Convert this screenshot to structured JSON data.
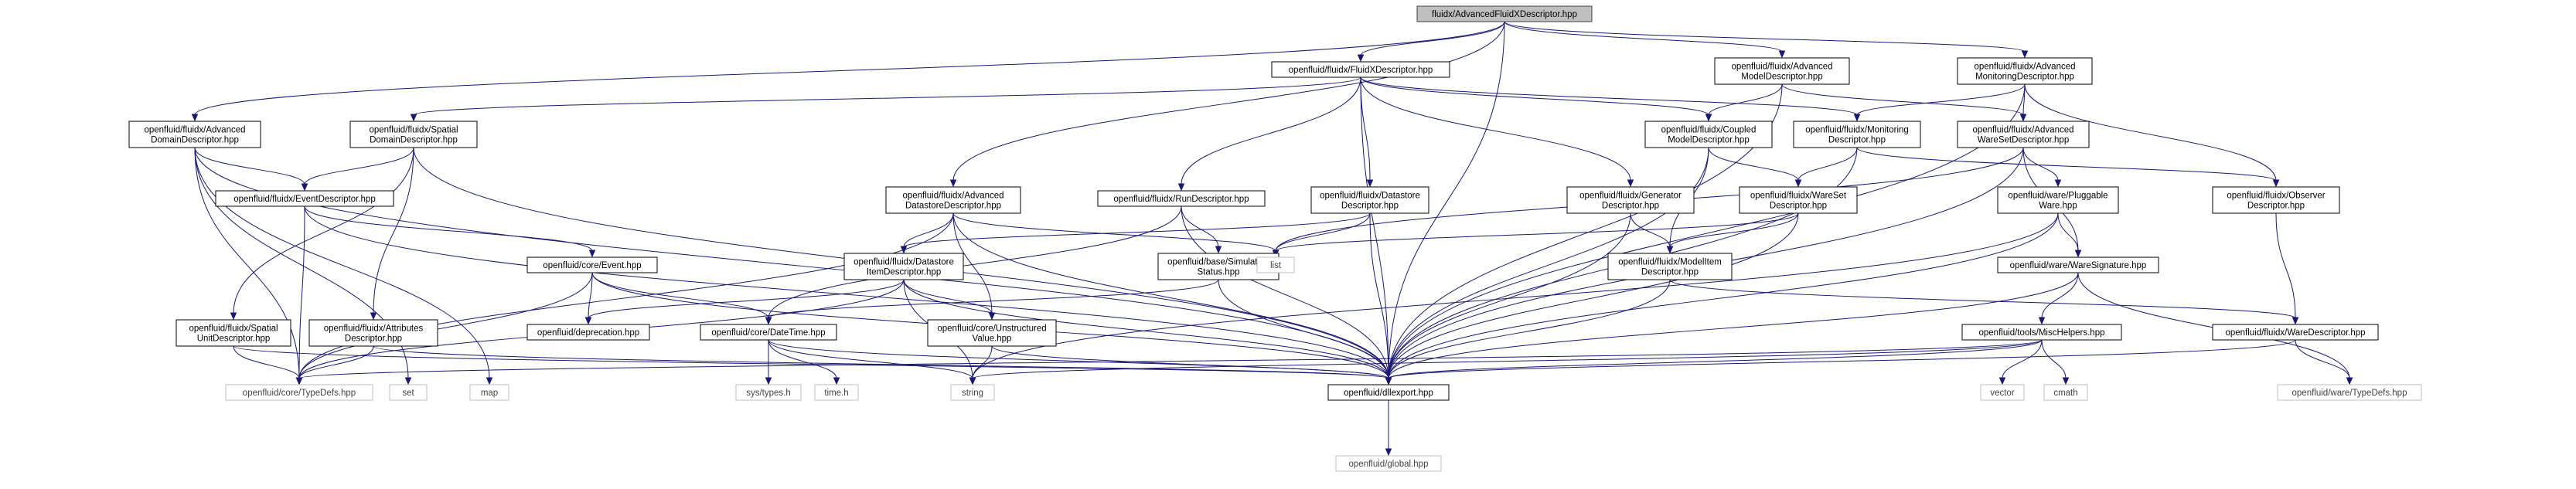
{
  "graph": {
    "nodes": [
      {
        "id": "root",
        "lines": [
          "fluidx/AdvancedFluidXDescriptor.hpp"
        ],
        "style": "root"
      },
      {
        "id": "fluidx",
        "lines": [
          "openfluid/fluidx/FluidXDescriptor.hpp"
        ],
        "style": "file"
      },
      {
        "id": "advmodel",
        "lines": [
          "openfluid/fluidx/Advanced",
          "ModelDescriptor.hpp"
        ],
        "style": "file"
      },
      {
        "id": "advmon",
        "lines": [
          "openfluid/fluidx/Advanced",
          "MonitoringDescriptor.hpp"
        ],
        "style": "file"
      },
      {
        "id": "advdomain",
        "lines": [
          "openfluid/fluidx/Advanced",
          "DomainDescriptor.hpp"
        ],
        "style": "file"
      },
      {
        "id": "spatialdomain",
        "lines": [
          "openfluid/fluidx/Spatial",
          "DomainDescriptor.hpp"
        ],
        "style": "file"
      },
      {
        "id": "coupled",
        "lines": [
          "openfluid/fluidx/Coupled",
          "ModelDescriptor.hpp"
        ],
        "style": "file"
      },
      {
        "id": "monitoring",
        "lines": [
          "openfluid/fluidx/Monitoring",
          "Descriptor.hpp"
        ],
        "style": "file"
      },
      {
        "id": "advwareset",
        "lines": [
          "openfluid/fluidx/Advanced",
          "WareSetDescriptor.hpp"
        ],
        "style": "file"
      },
      {
        "id": "eventdesc",
        "lines": [
          "openfluid/fluidx/EventDescriptor.hpp"
        ],
        "style": "file"
      },
      {
        "id": "advdatastore",
        "lines": [
          "openfluid/fluidx/Advanced",
          "DatastoreDescriptor.hpp"
        ],
        "style": "file"
      },
      {
        "id": "rundesc",
        "lines": [
          "openfluid/fluidx/RunDescriptor.hpp"
        ],
        "style": "file"
      },
      {
        "id": "datastoredesc",
        "lines": [
          "openfluid/fluidx/Datastore",
          "Descriptor.hpp"
        ],
        "style": "file"
      },
      {
        "id": "generator",
        "lines": [
          "openfluid/fluidx/Generator",
          "Descriptor.hpp"
        ],
        "style": "file"
      },
      {
        "id": "waresetdesc",
        "lines": [
          "openfluid/fluidx/WareSet",
          "Descriptor.hpp"
        ],
        "style": "file"
      },
      {
        "id": "pluggable",
        "lines": [
          "openfluid/ware/Pluggable",
          "Ware.hpp"
        ],
        "style": "file"
      },
      {
        "id": "observer",
        "lines": [
          "openfluid/fluidx/Observer",
          "Descriptor.hpp"
        ],
        "style": "file"
      },
      {
        "id": "event",
        "lines": [
          "openfluid/core/Event.hpp"
        ],
        "style": "file"
      },
      {
        "id": "datastoreitem",
        "lines": [
          "openfluid/fluidx/Datastore",
          "ItemDescriptor.hpp"
        ],
        "style": "file"
      },
      {
        "id": "simstatus",
        "lines": [
          "openfluid/base/Simulation",
          "Status.hpp"
        ],
        "style": "file"
      },
      {
        "id": "modelitem",
        "lines": [
          "openfluid/fluidx/ModelItem",
          "Descriptor.hpp"
        ],
        "style": "file"
      },
      {
        "id": "waresig",
        "lines": [
          "openfluid/ware/WareSignature.hpp"
        ],
        "style": "file"
      },
      {
        "id": "deprecation",
        "lines": [
          "openfluid/deprecation.hpp"
        ],
        "style": "file"
      },
      {
        "id": "spatialunit",
        "lines": [
          "openfluid/fluidx/Spatial",
          "UnitDescriptor.hpp"
        ],
        "style": "file"
      },
      {
        "id": "attributes",
        "lines": [
          "openfluid/fluidx/Attributes",
          "Descriptor.hpp"
        ],
        "style": "file"
      },
      {
        "id": "datetime",
        "lines": [
          "openfluid/core/DateTime.hpp"
        ],
        "style": "file"
      },
      {
        "id": "unstructured",
        "lines": [
          "openfluid/core/Unstructured",
          "Value.hpp"
        ],
        "style": "file"
      },
      {
        "id": "mischelpers",
        "lines": [
          "openfluid/tools/MiscHelpers.hpp"
        ],
        "style": "file"
      },
      {
        "id": "waredesc",
        "lines": [
          "openfluid/fluidx/WareDescriptor.hpp"
        ],
        "style": "file"
      },
      {
        "id": "typedefs",
        "lines": [
          "openfluid/core/TypeDefs.hpp"
        ],
        "style": "ext"
      },
      {
        "id": "dllexport",
        "lines": [
          "openfluid/dllexport.hpp"
        ],
        "style": "file"
      },
      {
        "id": "waretypedefs",
        "lines": [
          "openfluid/ware/TypeDefs.hpp"
        ],
        "style": "ext"
      },
      {
        "id": "global",
        "lines": [
          "openfluid/global.hpp"
        ],
        "style": "ext"
      },
      {
        "id": "set",
        "lines": [
          "set"
        ],
        "style": "ext"
      },
      {
        "id": "map",
        "lines": [
          "map"
        ],
        "style": "ext"
      },
      {
        "id": "list",
        "lines": [
          "list"
        ],
        "style": "ext"
      },
      {
        "id": "string",
        "lines": [
          "string"
        ],
        "style": "ext"
      },
      {
        "id": "systypes",
        "lines": [
          "sys/types.h"
        ],
        "style": "ext"
      },
      {
        "id": "timeh",
        "lines": [
          "time.h"
        ],
        "style": "ext"
      },
      {
        "id": "vector",
        "lines": [
          "vector"
        ],
        "style": "ext"
      },
      {
        "id": "cmath",
        "lines": [
          "cmath"
        ],
        "style": "ext"
      }
    ],
    "edges": [
      [
        "root",
        "fluidx"
      ],
      [
        "root",
        "advmodel"
      ],
      [
        "root",
        "advmon"
      ],
      [
        "root",
        "advdomain"
      ],
      [
        "root",
        "advdatastore"
      ],
      [
        "root",
        "dllexport"
      ],
      [
        "fluidx",
        "spatialdomain"
      ],
      [
        "fluidx",
        "rundesc"
      ],
      [
        "fluidx",
        "datastoredesc"
      ],
      [
        "fluidx",
        "coupled"
      ],
      [
        "fluidx",
        "generator"
      ],
      [
        "fluidx",
        "monitoring"
      ],
      [
        "fluidx",
        "dllexport"
      ],
      [
        "advmodel",
        "coupled"
      ],
      [
        "advmodel",
        "advwareset"
      ],
      [
        "advmodel",
        "dllexport"
      ],
      [
        "advmon",
        "monitoring"
      ],
      [
        "advmon",
        "advwareset"
      ],
      [
        "advmon",
        "observer"
      ],
      [
        "advmon",
        "dllexport"
      ],
      [
        "advdomain",
        "set"
      ],
      [
        "advdomain",
        "map"
      ],
      [
        "advdomain",
        "eventdesc"
      ],
      [
        "advdomain",
        "typedefs"
      ],
      [
        "advdomain",
        "dllexport"
      ],
      [
        "spatialdomain",
        "eventdesc"
      ],
      [
        "spatialdomain",
        "spatialunit"
      ],
      [
        "spatialdomain",
        "attributes"
      ],
      [
        "spatialdomain",
        "dllexport"
      ],
      [
        "coupled",
        "waresetdesc"
      ],
      [
        "coupled",
        "modelitem"
      ],
      [
        "coupled",
        "dllexport"
      ],
      [
        "monitoring",
        "waresetdesc"
      ],
      [
        "monitoring",
        "observer"
      ],
      [
        "monitoring",
        "dllexport"
      ],
      [
        "advwareset",
        "pluggable"
      ],
      [
        "advwareset",
        "waresig"
      ],
      [
        "advwareset",
        "list"
      ],
      [
        "advwareset",
        "dllexport"
      ],
      [
        "eventdesc",
        "event"
      ],
      [
        "eventdesc",
        "typedefs"
      ],
      [
        "eventdesc",
        "dllexport"
      ],
      [
        "advdatastore",
        "datastoreitem"
      ],
      [
        "advdatastore",
        "unstructured"
      ],
      [
        "advdatastore",
        "list"
      ],
      [
        "advdatastore",
        "typedefs"
      ],
      [
        "advdatastore",
        "dllexport"
      ],
      [
        "rundesc",
        "datetime"
      ],
      [
        "rundesc",
        "simstatus"
      ],
      [
        "rundesc",
        "dllexport"
      ],
      [
        "datastoredesc",
        "datastoreitem"
      ],
      [
        "datastoredesc",
        "list"
      ],
      [
        "datastoredesc",
        "dllexport"
      ],
      [
        "generator",
        "modelitem"
      ],
      [
        "generator",
        "dllexport"
      ],
      [
        "waresetdesc",
        "modelitem"
      ],
      [
        "waresetdesc",
        "list"
      ],
      [
        "waresetdesc",
        "dllexport"
      ],
      [
        "pluggable",
        "waresig"
      ],
      [
        "pluggable",
        "string"
      ],
      [
        "pluggable",
        "dllexport"
      ],
      [
        "observer",
        "waredesc"
      ],
      [
        "event",
        "datetime"
      ],
      [
        "event",
        "deprecation"
      ],
      [
        "event",
        "typedefs"
      ],
      [
        "event",
        "dllexport"
      ],
      [
        "datastoreitem",
        "unstructured"
      ],
      [
        "datastoreitem",
        "deprecation"
      ],
      [
        "datastoreitem",
        "string"
      ],
      [
        "datastoreitem",
        "typedefs"
      ],
      [
        "datastoreitem",
        "dllexport"
      ],
      [
        "simstatus",
        "datetime"
      ],
      [
        "simstatus",
        "dllexport"
      ],
      [
        "modelitem",
        "waredesc"
      ],
      [
        "modelitem",
        "dllexport"
      ],
      [
        "waresig",
        "mischelpers"
      ],
      [
        "waresig",
        "waretypedefs"
      ],
      [
        "waresig",
        "dllexport"
      ],
      [
        "spatialunit",
        "typedefs"
      ],
      [
        "spatialunit",
        "dllexport"
      ],
      [
        "attributes",
        "typedefs"
      ],
      [
        "attributes",
        "dllexport"
      ],
      [
        "datetime",
        "systypes"
      ],
      [
        "datetime",
        "timeh"
      ],
      [
        "datetime",
        "string"
      ],
      [
        "datetime",
        "dllexport"
      ],
      [
        "unstructured",
        "string"
      ],
      [
        "unstructured",
        "dllexport"
      ],
      [
        "mischelpers",
        "string"
      ],
      [
        "mischelpers",
        "vector"
      ],
      [
        "mischelpers",
        "cmath"
      ],
      [
        "mischelpers",
        "typedefs"
      ],
      [
        "mischelpers",
        "dllexport"
      ],
      [
        "waredesc",
        "waretypedefs"
      ],
      [
        "waredesc",
        "dllexport"
      ],
      [
        "dllexport",
        "global"
      ]
    ]
  }
}
